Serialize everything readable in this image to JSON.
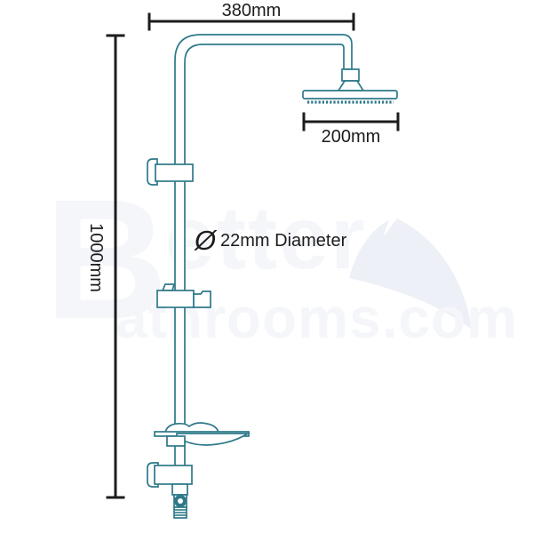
{
  "diagram": {
    "labels": {
      "width": "380mm",
      "height": "1000mm",
      "head_width": "200mm",
      "diameter_symbol": "Ø",
      "diameter": "22mm Diameter"
    },
    "colors": {
      "pipe_outline": "#2e7989",
      "dimension_line": "#1c1c1c",
      "watermark_text": "#f4f6fa",
      "watermark_icon": "#edf0f6",
      "background": "#ffffff"
    },
    "watermark": {
      "letter": "B",
      "top_word": "etter",
      "bottom_word": "athrooms.com"
    }
  }
}
